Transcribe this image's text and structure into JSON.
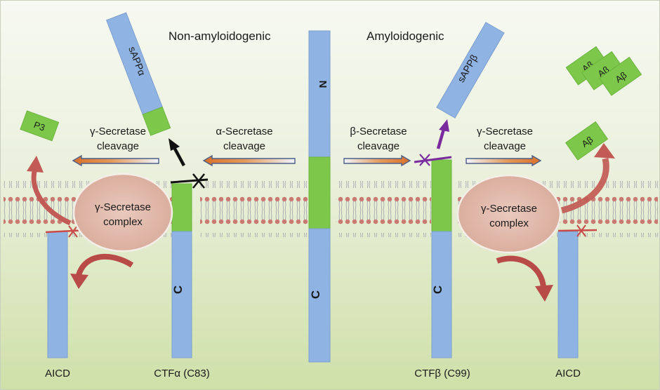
{
  "headings": {
    "non_amyloidogenic": "Non-amyloidogenic",
    "amyloidogenic": "Amyloidogenic"
  },
  "fragments": {
    "sappa": "sAPPα",
    "sappb": "sAPPβ",
    "p3": "P3",
    "abeta": "Aβ"
  },
  "arrows": {
    "gamma_left_1": "γ-Secretase",
    "gamma_left_2": "cleavage",
    "alpha_1": "α-Secretase",
    "alpha_2": "cleavage",
    "beta_1": "β-Secretase",
    "beta_2": "cleavage",
    "gamma_right_1": "γ-Secretase",
    "gamma_right_2": "cleavage"
  },
  "complex": {
    "line1": "γ-Secretase",
    "line2": "complex"
  },
  "rods": {
    "n_terminus": "N",
    "c_terminus": "C"
  },
  "bottom_labels": {
    "aicd_left": "AICD",
    "ctfa": "CTFα (C83)",
    "ctfb": "CTFβ (C99)",
    "aicd_right": "AICD"
  },
  "colors": {
    "protein_blue": "#8fb3e2",
    "protein_green": "#7dc84a",
    "membrane_head": "#c97a73",
    "complex_fill": "#ddb2a3",
    "curved_arrow": "#b84a48",
    "arrow_orange": "#d9702a",
    "purple": "#7a2c9e"
  }
}
